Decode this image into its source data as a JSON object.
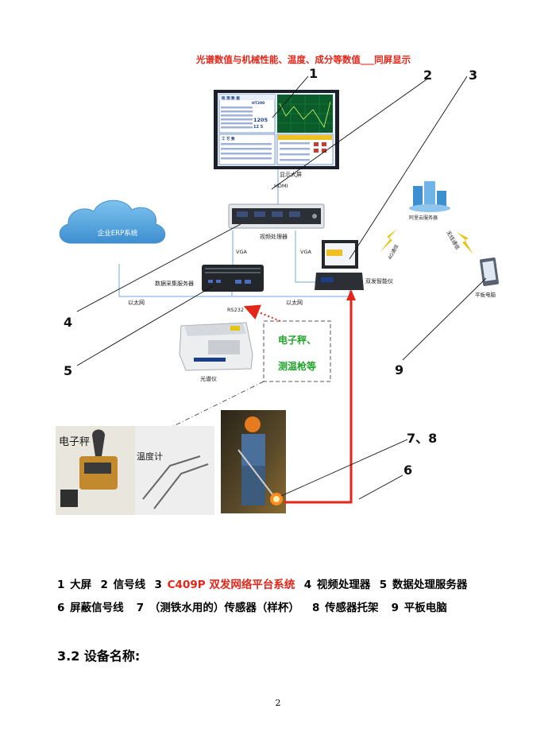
{
  "diagram": {
    "top_caption": "光谱数值与机械性能、温度、成分等数值___同屏显示",
    "callouts": [
      "1",
      "2",
      "3",
      "4",
      "5",
      "9",
      "7、8",
      "6"
    ],
    "labels": {
      "display": "显示大屏",
      "hdmi": "HDMI",
      "video_processor": "视频处理器",
      "erp": "企业ERP系统",
      "vga_left": "VGA",
      "vga_right": "VGA",
      "data_server": "数据采集服务器",
      "ethernet_left": "以太网",
      "ethernet_right": "以太网",
      "rs232": "RS232",
      "spectrometer": "光谱仪",
      "dual_instrument": "双发智能仪",
      "cloud_server": "阿里云服务器",
      "net_4g": "4G通信",
      "wireless": "无线通信",
      "tablet": "平板电脑",
      "box_line1": "电子秤、",
      "box_line2": "测温枪等",
      "photo_scale": "电子秤",
      "photo_thermo": "温度计"
    },
    "screen_text": {
      "header_left": "检 测 数 据",
      "header_center": "HT200",
      "hardness": "1205",
      "small_value": "12 5",
      "panel_title": "工 艺 数"
    }
  },
  "legend": {
    "line1": [
      {
        "num": "1",
        "text": "大屏"
      },
      {
        "num": "2",
        "text": "信号线"
      },
      {
        "num": "3",
        "text": "C409P 双发网络平台系统",
        "accent": true
      },
      {
        "num": "4",
        "text": "视频处理器"
      },
      {
        "num": "5",
        "text": "数据处理服务器"
      }
    ],
    "line2": [
      {
        "num": "6",
        "text": "屏蔽信号线"
      },
      {
        "num": "7",
        "text": "（测铁水用的）传感器（样杯）"
      },
      {
        "num": "8",
        "text": "传感器托架"
      },
      {
        "num": "9",
        "text": "平板电脑"
      }
    ]
  },
  "section_heading": "3.2 设备名称:",
  "page_number": "2",
  "colors": {
    "accent_red": "#e32619",
    "green": "#22a32a",
    "monitor_blue": "#1a3e8a",
    "line_blue": "#7fb1e0"
  }
}
